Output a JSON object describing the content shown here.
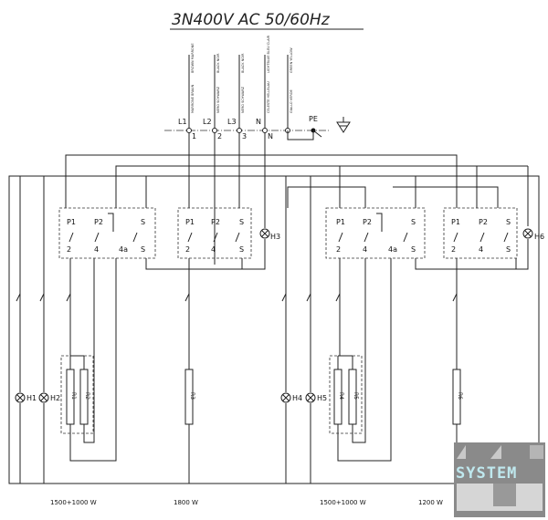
{
  "title": "3N400V AC 50/60Hz",
  "terminals": {
    "phases": [
      "L1",
      "L2",
      "L3",
      "N"
    ],
    "numbers": [
      "1",
      "2",
      "3",
      "N"
    ],
    "pe": "PE"
  },
  "wire_colors": [
    {
      "top": "BROWN MARRONE",
      "bottom": "MARRONE BRAUN"
    },
    {
      "top": "BLACK NOIR",
      "bottom": "NERO SCHWARZ"
    },
    {
      "top": "BLACK NOIR",
      "bottom": "NERO SCHWARZ"
    },
    {
      "top": "LIGHTBLUE BLEU CLAIR",
      "bottom": "CELESTE HELLBLAU"
    },
    {
      "top": "GREEN YELLOW",
      "bottom": "GIALLO VERDE"
    }
  ],
  "switch_labels": {
    "p1": "P1",
    "p2": "P2",
    "s": "S",
    "n2": "2",
    "n4": "4",
    "n4a": "4a"
  },
  "lamps": [
    "H1",
    "H2",
    "H3",
    "H4",
    "H5",
    "H6"
  ],
  "resistors": [
    "R1",
    "R2",
    "R3",
    "R4",
    "R5",
    "R6"
  ],
  "power": [
    "1500+1000 W",
    "1800 W",
    "1500+1000 W",
    "1200 W"
  ],
  "logo": "SYSTEM"
}
